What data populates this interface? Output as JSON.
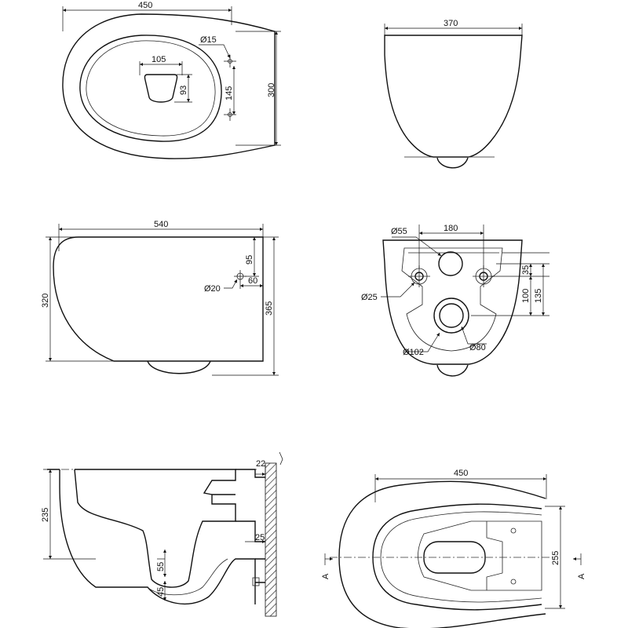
{
  "views": {
    "top": {
      "dim_width": "450",
      "dim_height": "300",
      "dim_hole": "Ø15",
      "dim_outlet_w": "105",
      "dim_outlet_h": "93",
      "dim_hole_spacing": "145"
    },
    "front": {
      "dim_width": "370"
    },
    "side": {
      "dim_length": "540",
      "dim_height_bowl": "320",
      "dim_height_total": "365",
      "dim_inlet_h": "95",
      "dim_inlet_d": "Ø20",
      "dim_inlet_x": "60"
    },
    "rear": {
      "dim_inlet": "Ø55",
      "dim_fix_spacing": "180",
      "dim_fix_hole": "Ø25",
      "dim_a": "35",
      "dim_b": "100",
      "dim_c": "135",
      "dim_outlet_outer": "Ø102",
      "dim_outlet_inner": "Ø80"
    },
    "section": {
      "dim_height": "235",
      "dim_top": "22",
      "dim_wall": "25",
      "dim_55": "55",
      "dim_45": "45"
    },
    "plan": {
      "dim_width": "450",
      "dim_height": "255",
      "section_left": "A",
      "section_right": "A"
    }
  }
}
